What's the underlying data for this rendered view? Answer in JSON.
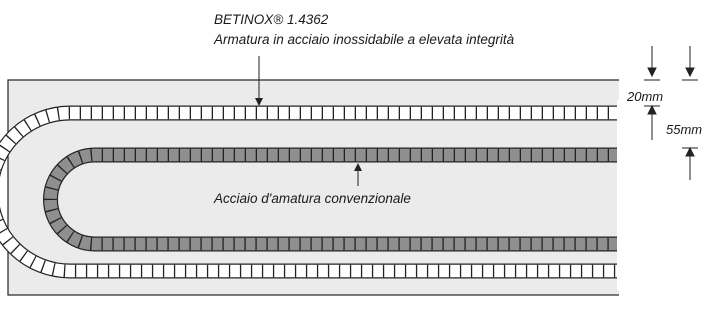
{
  "labels": {
    "top_line1": "BETINOX® 1.4362",
    "top_line2": "Armatura in acciaio inossidabile a elevata integrità",
    "inner": "Acciaio d'amatura convenzionale",
    "dim_a": "20mm",
    "dim_b": "55mm"
  },
  "colors": {
    "concrete": "#ebebeb",
    "stainless_bar": "#ffffff",
    "conventional_bar": "#8f8f8f",
    "outline": "#222222"
  }
}
